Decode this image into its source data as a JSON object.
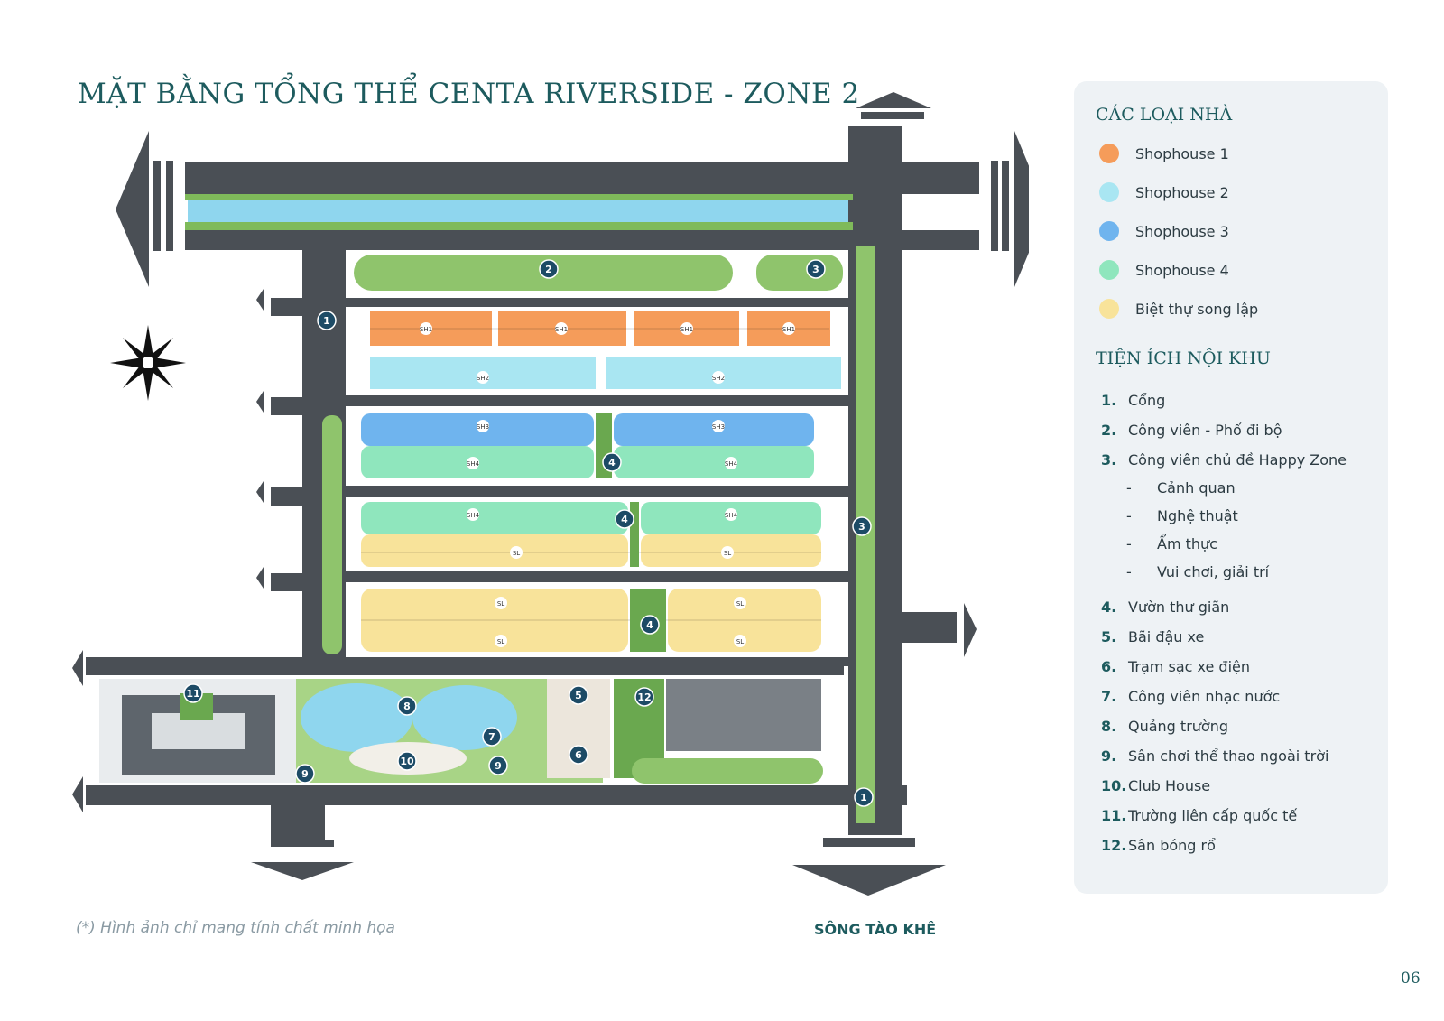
{
  "title": "MẶT BẰNG TỔNG THỂ CENTA RIVERSIDE - ZONE 2",
  "colors": {
    "brand": "#1d5b5e",
    "shophouse_1": "#f59c5a",
    "shophouse_2": "#a9e6f2",
    "shophouse_3": "#6fb4ee",
    "shophouse_4": "#8fe6bd",
    "villa": "#f8e39a",
    "road": "#4a4f55",
    "greenery": "#7fba5a",
    "water": "#8fd6ee"
  },
  "legend": {
    "housing_heading": "CÁC LOẠI NHÀ",
    "housing_types": [
      {
        "label": "Shophouse 1",
        "color": "#f59c5a"
      },
      {
        "label": "Shophouse 2",
        "color": "#a9e6f2"
      },
      {
        "label": "Shophouse 3",
        "color": "#6fb4ee"
      },
      {
        "label": "Shophouse 4",
        "color": "#8fe6bd"
      },
      {
        "label": "Biệt thự song lập",
        "color": "#f8e39a"
      }
    ],
    "amenities_heading": "TIỆN ÍCH NỘI KHU",
    "amenities": [
      {
        "num": "1.",
        "label": "Cổng"
      },
      {
        "num": "2.",
        "label": "Công viên - Phố đi bộ"
      },
      {
        "num": "3.",
        "label": "Công viên chủ đề Happy Zone"
      },
      {
        "num": "4.",
        "label": "Vườn thư giãn"
      },
      {
        "num": "5.",
        "label": "Bãi đậu xe"
      },
      {
        "num": "6.",
        "label": "Trạm sạc xe điện"
      },
      {
        "num": "7.",
        "label": "Công viên nhạc nước"
      },
      {
        "num": "8.",
        "label": "Quảng trường"
      },
      {
        "num": "9.",
        "label": "Sân chơi thể thao ngoài trời"
      },
      {
        "num": "10.",
        "label": "Club House"
      },
      {
        "num": "11.",
        "label": "Trường liên cấp quốc tế"
      },
      {
        "num": "12.",
        "label": "Sân bóng rổ"
      }
    ],
    "happy_zone_subitems": [
      "Cảnh quan",
      "Nghệ thuật",
      "Ẩm thực",
      "Vui chơi, giải trí"
    ]
  },
  "map": {
    "block_labels": {
      "sh1": "SH1",
      "sh2": "SH2",
      "sh3": "SH3",
      "sh4": "SH4",
      "sl": "SL"
    },
    "markers": [
      "1",
      "2",
      "3",
      "4",
      "5",
      "6",
      "7",
      "8",
      "9",
      "10",
      "11",
      "12"
    ]
  },
  "footnote": "(*) Hình ảnh chỉ mang tính chất minh họa",
  "river_label": "SÔNG TÀO KHÊ",
  "page_number": "06",
  "icons": [
    "compass-icon",
    "direction-arrow-icon"
  ]
}
